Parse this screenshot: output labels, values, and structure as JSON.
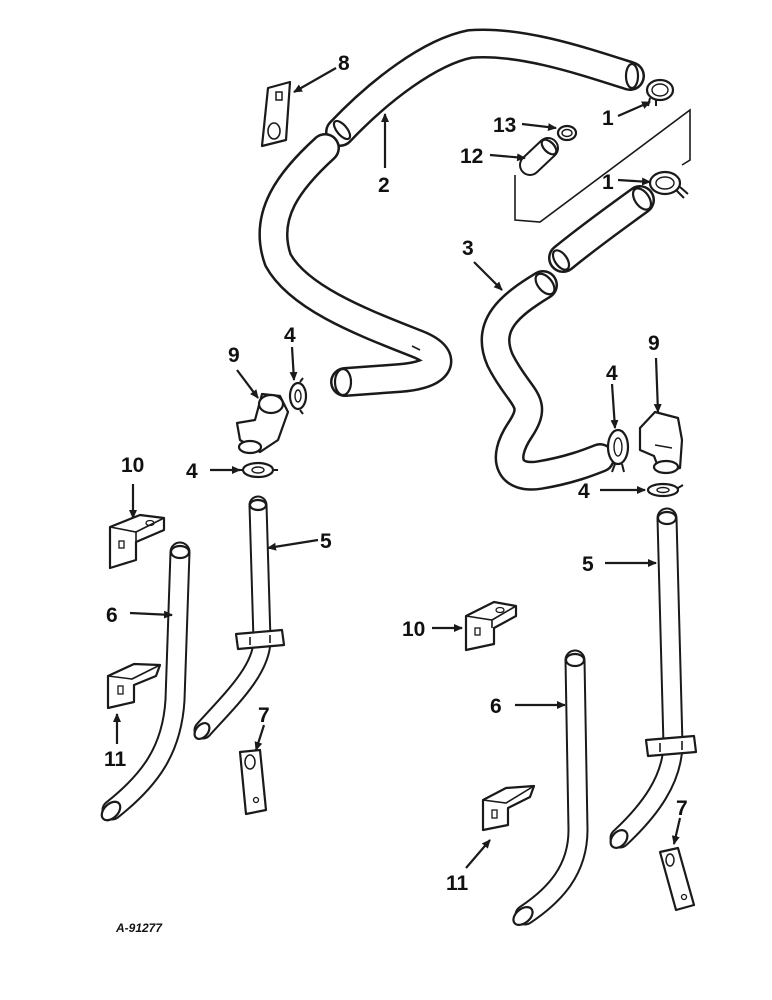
{
  "figure_id": "A-91277",
  "callouts": {
    "c1a": "1",
    "c1b": "1",
    "c2": "2",
    "c3": "3",
    "c4a": "4",
    "c4b": "4",
    "c4c": "4",
    "c4d": "4",
    "c5a": "5",
    "c5b": "5",
    "c6a": "6",
    "c6b": "6",
    "c7a": "7",
    "c7b": "7",
    "c8": "8",
    "c9a": "9",
    "c9b": "9",
    "c10a": "10",
    "c10b": "10",
    "c11a": "11",
    "c11b": "11",
    "c12": "12",
    "c13": "13"
  }
}
